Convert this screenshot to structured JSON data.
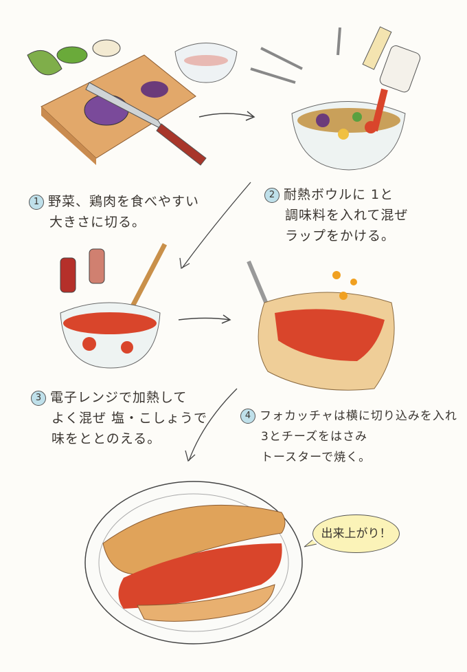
{
  "steps": [
    {
      "number": "1",
      "lines": [
        "野菜、鶏肉を食べやすい",
        "大きさに切る。"
      ]
    },
    {
      "number": "2",
      "lines": [
        "耐熱ボウルに 1と",
        "調味料を入れて混ぜ",
        "ラップをかける。"
      ]
    },
    {
      "number": "3",
      "lines": [
        "電子レンジで加熱して",
        "よく混ぜ 塩・こしょうで",
        "味をととのえる。"
      ]
    },
    {
      "number": "4",
      "lines": [
        "フォカッチャは横に切り込みを入れ",
        "3とチーズをはさみ",
        "トースターで焼く。"
      ]
    }
  ],
  "bubble": {
    "text": "出来上がり！"
  },
  "colors": {
    "number_badge": "#bfe0ea",
    "bubble": "#fbf3b8",
    "tomato": "#d9452b",
    "bread": "#e0a35a"
  }
}
